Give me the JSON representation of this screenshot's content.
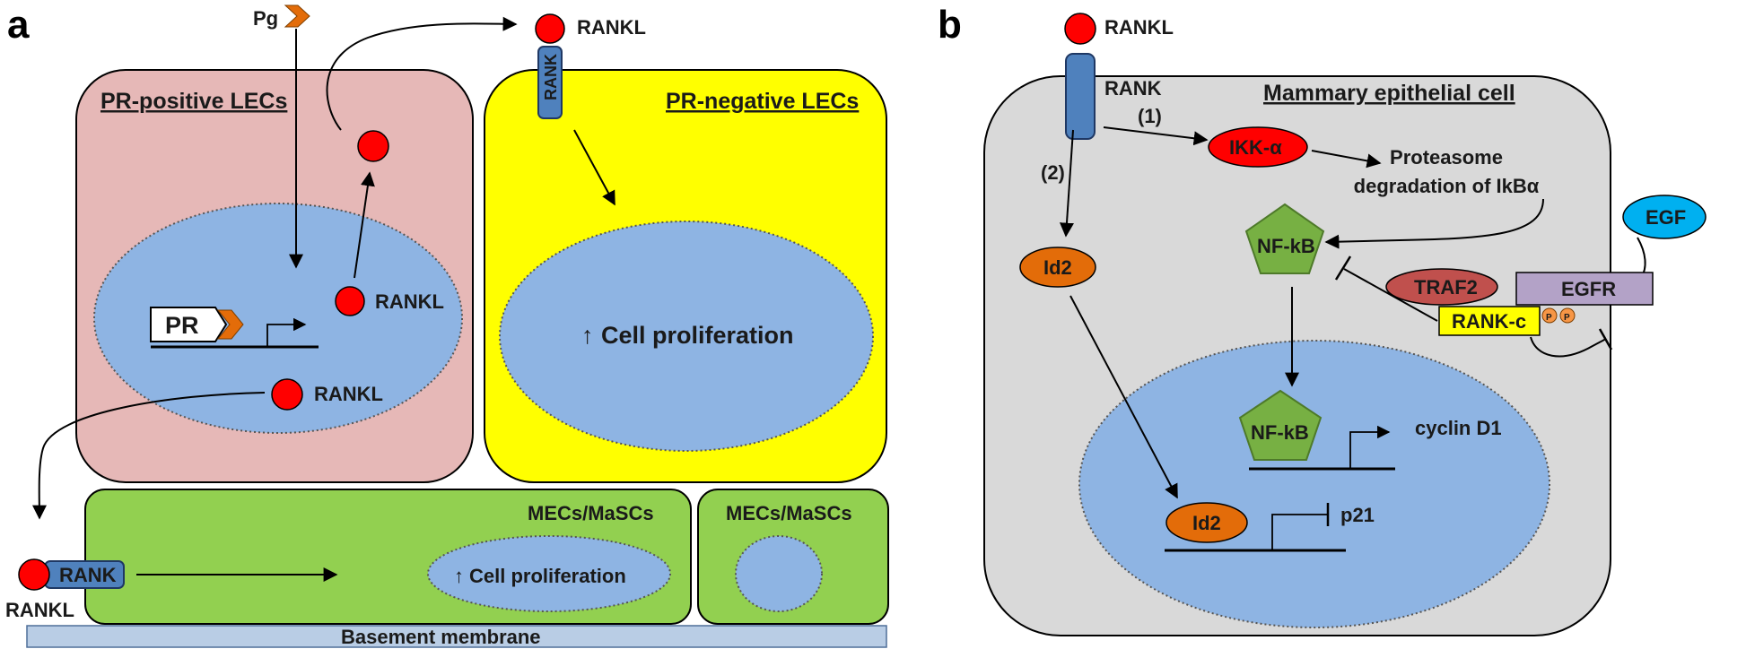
{
  "panel_a": {
    "letter": "a",
    "pg": "Pg",
    "rankl_top": "RANKL",
    "rank_receptor": "RANK",
    "pr_positive_title": "PR-positive LECs",
    "pr_negative_title": "PR-negative LECs",
    "pr_gene": "PR",
    "rankl_nucleus": "RANKL",
    "rankl_secreted": "RANKL",
    "cell_proliferation_yellow": "Cell proliferation",
    "mecs_title_1": "MECs/MaSCs",
    "mecs_title_2": "MECs/MaSCs",
    "rank_bottom": "RANK",
    "rankl_bottom": "RANKL",
    "cell_proliferation_green": "Cell proliferation",
    "basement_membrane": "Basement membrane",
    "up_arrow": "↑"
  },
  "panel_b": {
    "letter": "b",
    "rankl": "RANKL",
    "rank": "RANK",
    "cell_title": "Mammary epithelial cell",
    "path1": "(1)",
    "path2": "(2)",
    "ikk": "IKK-α",
    "proteasome_line1": "Proteasome",
    "proteasome_line2": "degradation of IkBα",
    "egf": "EGF",
    "nfkb_cyto": "NF-kB",
    "id2_cyto": "Id2",
    "traf2": "TRAF2",
    "egfr": "EGFR",
    "rank_c": "RANK-c",
    "phospho": "P",
    "nfkb_nuc": "NF-kB",
    "cyclin": "cyclin D1",
    "id2_nuc": "Id2",
    "p21": "p21"
  },
  "colors": {
    "pr_positive_bg": "#e6b8b7",
    "pr_negative_bg": "#ffff00",
    "mecs_bg": "#92d050",
    "nucleus": "#8eb4e3",
    "cell_gray": "#d9d9d9",
    "rankl_red": "#ff0000",
    "rank_blue": "#4f81bd",
    "id2_orange": "#e36c09",
    "egf_blue": "#00b0f0",
    "traf2_red": "#c0504d",
    "egfr_purple": "#b3a2c7",
    "rankc_yellow": "#ffff00",
    "membrane_blue": "#b9cde5"
  }
}
